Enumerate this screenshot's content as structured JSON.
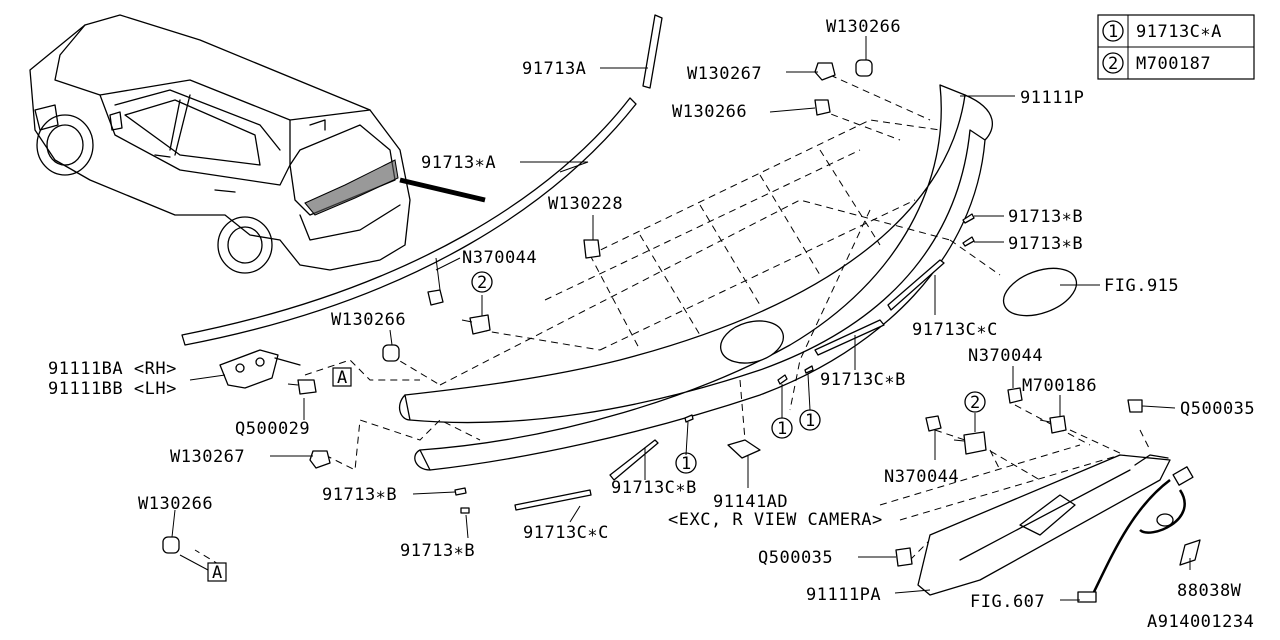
{
  "legend": [
    {
      "num": "1",
      "part": "91713C∗A"
    },
    {
      "num": "2",
      "part": "M700187"
    }
  ],
  "labels": {
    "w130266_top": "W130266",
    "w130267_top": "W130267",
    "w130266_mid": "W130266",
    "p91713a": "91713A",
    "p91111p": "91111P",
    "p91713xa": "91713∗A",
    "w130228": "W130228",
    "p91713xb_1": "91713∗B",
    "p91713xb_2": "91713∗B",
    "n370044_top": "N370044",
    "fig915": "FIG.915",
    "w130266_left": "W130266",
    "p91713cxc_right": "91713C∗C",
    "p91111ba": "91111BA <RH>",
    "p91111bb": "91111BB <LH>",
    "p91713cxb_mid": "91713C∗B",
    "n370044_right": "N370044",
    "m700186": "M700186",
    "q500029": "Q500029",
    "q500035_right": "Q500035",
    "w130267_left": "W130267",
    "n370044_low": "N370044",
    "p91713xb_left": "91713∗B",
    "p91713cxb_low": "91713C∗B",
    "p91141ad": "91141AD",
    "camera_note": "<EXC, R VIEW CAMERA>",
    "w130266_bottom": "W130266",
    "p91713cxc_low": "91713C∗C",
    "p91713xb_bottom": "91713∗B",
    "q500035_low": "Q500035",
    "p88038w": "88038W",
    "p91111pa": "91111PA",
    "fig607": "FIG.607",
    "diagram_id": "A914001234"
  },
  "callouts": {
    "circle_1": "1",
    "circle_2": "2",
    "box_a": "A"
  }
}
